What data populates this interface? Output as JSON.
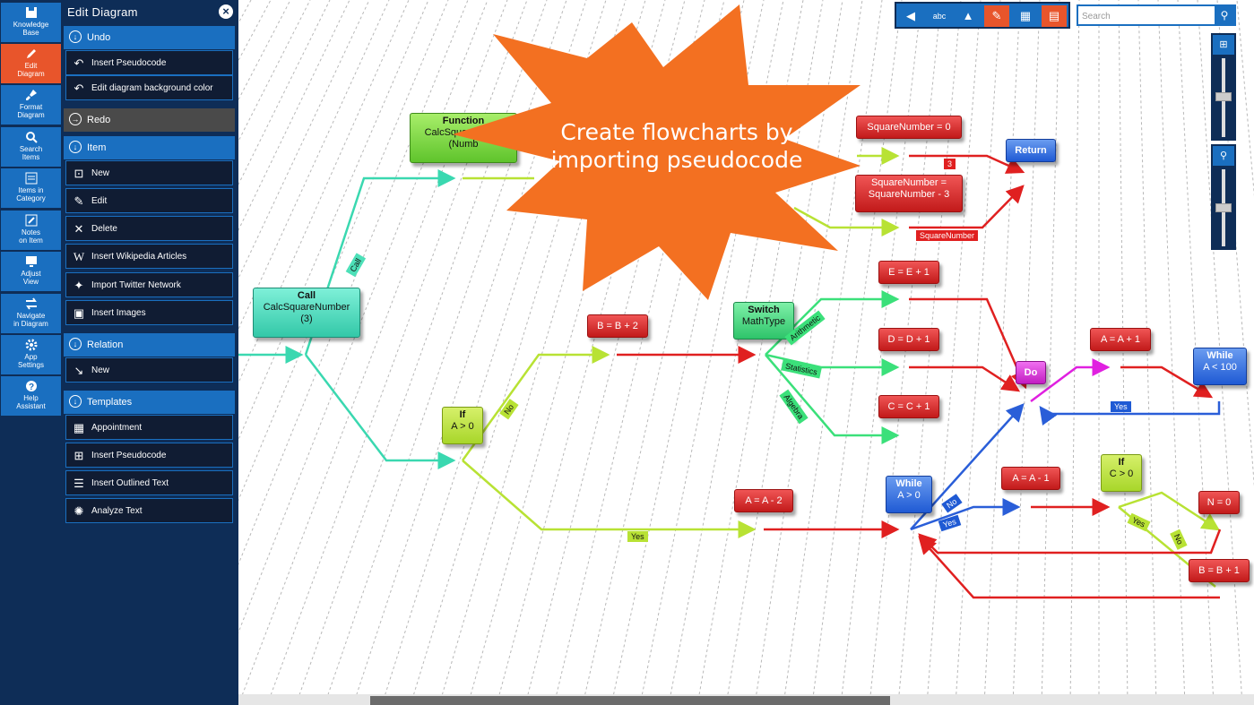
{
  "nav": {
    "items": [
      {
        "label": "Knowledge\nBase",
        "icon": "save-icon",
        "active": false
      },
      {
        "label": "Edit\nDiagram",
        "icon": "pencil-icon",
        "active": true
      },
      {
        "label": "Format\nDiagram",
        "icon": "brush-icon",
        "active": false
      },
      {
        "label": "Search\nItems",
        "icon": "search-icon",
        "active": false
      },
      {
        "label": "Items in\nCategory",
        "icon": "list-icon",
        "active": false
      },
      {
        "label": "Notes\non Item",
        "icon": "notes-icon",
        "active": false
      },
      {
        "label": "Adjust\nView",
        "icon": "monitor-icon",
        "active": false
      },
      {
        "label": "Navigate\nin Diagram",
        "icon": "arrows-icon",
        "active": false
      },
      {
        "label": "App\nSettings",
        "icon": "gear-icon",
        "active": false
      },
      {
        "label": "Help\nAssistant",
        "icon": "help-icon",
        "active": false
      }
    ]
  },
  "panel": {
    "title": "Edit Diagram",
    "undo": {
      "label": "Undo",
      "items": [
        "Insert Pseudocode",
        "Edit diagram background color"
      ]
    },
    "redo": {
      "label": "Redo"
    },
    "item": {
      "label": "Item",
      "items": [
        "New",
        "Edit",
        "Delete",
        "Insert Wikipedia Articles",
        "Import Twitter Network",
        "Insert Images"
      ]
    },
    "relation": {
      "label": "Relation",
      "items": [
        "New"
      ]
    },
    "templates": {
      "label": "Templates",
      "items": [
        "Appointment",
        "Insert Pseudocode",
        "Insert Outlined Text",
        "Analyze Text"
      ]
    }
  },
  "search": {
    "placeholder": "Search"
  },
  "burst": {
    "line1": "Create flowcharts by",
    "line2": "importing pseudocode",
    "color": "#f37021"
  },
  "diagram": {
    "nodes": {
      "function": {
        "title": "Function",
        "line1": "CalcSquareNumb",
        "line2": "(Numb"
      },
      "call": {
        "title": "Call",
        "line1": "CalcSquareNumber",
        "line2": "(3)"
      },
      "if1": {
        "title": "If",
        "line1": "A > 0"
      },
      "b_b2": {
        "line1": "B = B + 2"
      },
      "switch": {
        "title": "Switch",
        "line1": "MathType"
      },
      "e_e1": {
        "line1": "E = E + 1"
      },
      "d_d1": {
        "line1": "D = D + 1"
      },
      "c_c1": {
        "line1": "C = C + 1"
      },
      "sq0": {
        "line1": "SquareNumber = 0"
      },
      "sq3": {
        "line1": "SquareNumber =",
        "line2": "SquareNumber - 3"
      },
      "return": {
        "title": "Return"
      },
      "a_a1": {
        "line1": "A = A + 1"
      },
      "do": {
        "title": "Do"
      },
      "while100": {
        "title": "While",
        "line1": "A < 100"
      },
      "a_a2": {
        "line1": "A = A - 2"
      },
      "while0": {
        "title": "While",
        "line1": "A > 0"
      },
      "a_am1": {
        "line1": "A = A - 1"
      },
      "if2": {
        "title": "If",
        "line1": "C > 0"
      },
      "n0": {
        "line1": "N = 0"
      },
      "b_b1": {
        "line1": "B = B + 1"
      }
    },
    "edge_labels": {
      "call": "Call",
      "no1": "No",
      "yes1": "Yes",
      "arith": "Arithmetic",
      "stats": "Statistics",
      "alg": "Algebra",
      "three": "3",
      "sqn": "SquareNumber",
      "yes_do": "Yes",
      "no2": "No",
      "yes2": "Yes",
      "yes3": "Yes",
      "no3": "No"
    }
  }
}
